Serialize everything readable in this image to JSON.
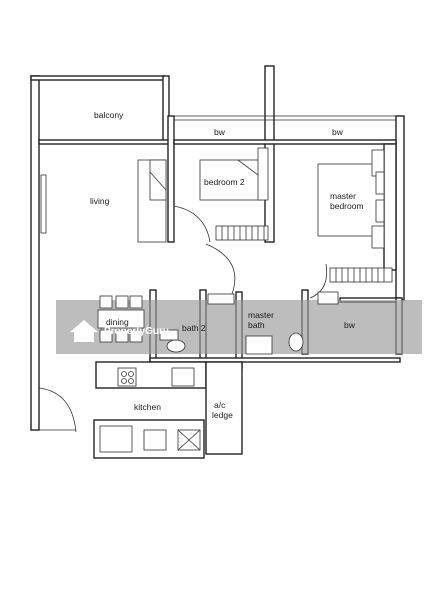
{
  "rooms": {
    "balcony": "balcony",
    "bw_1": "bw",
    "bw_2": "bw",
    "living": "living",
    "bedroom2": "bedroom 2",
    "master_bedroom_line1": "master",
    "master_bedroom_line2": "bedroom",
    "dining": "dining",
    "bath2": "bath 2",
    "master_bath_line1": "master",
    "master_bath_line2": "bath",
    "bw_3": "bw",
    "kitchen": "kitchen",
    "ac_ledge_line1": "a/c",
    "ac_ledge_line2": "ledge"
  },
  "watermark": {
    "text": "PropertyGuru",
    "color": "#9a9a9a"
  }
}
